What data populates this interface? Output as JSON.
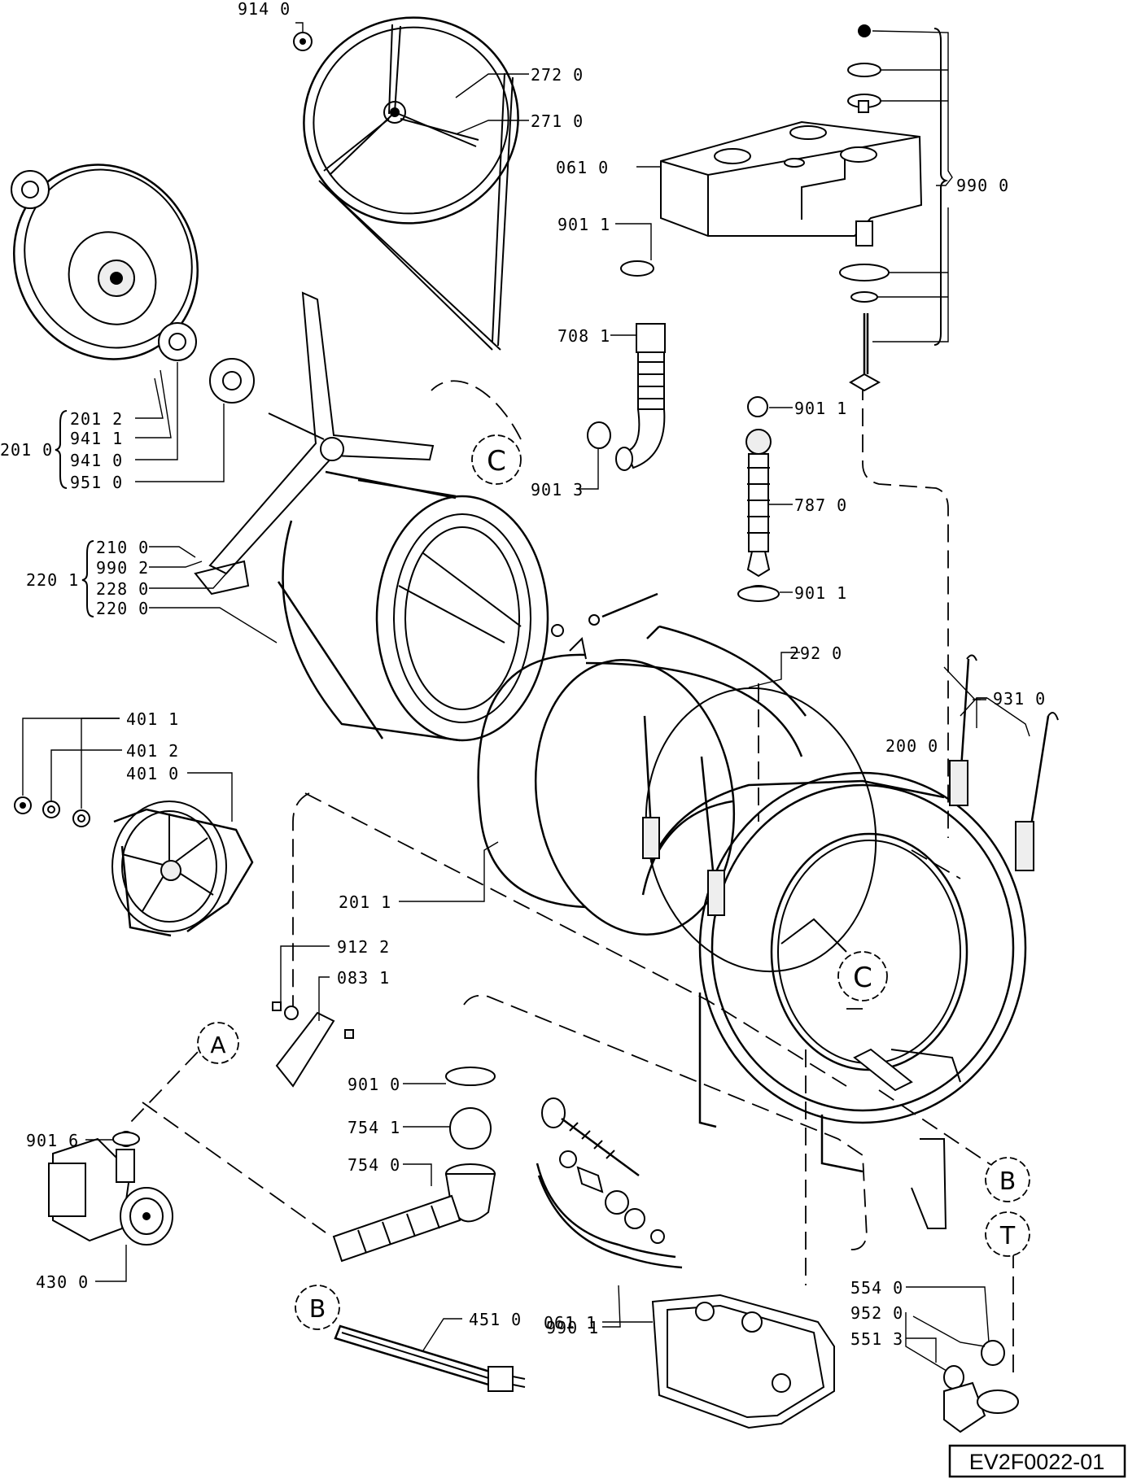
{
  "diagram_code": "EV2F0022-01",
  "callouts": {
    "A": "A",
    "B": "B",
    "C": "C",
    "T": "T"
  },
  "labels": {
    "l914_0": "914 0",
    "l272_0": "272 0",
    "l271_0": "271 0",
    "l061_0": "061 0",
    "l990_0": "990 0",
    "l901_1a": "901 1",
    "l708_1": "708 1",
    "l901_3": "901 3",
    "l901_1b": "901 1",
    "l787_0": "787 0",
    "l901_1c": "901 1",
    "l201_2": "201 2",
    "l941_1": "941 1",
    "l941_0": "941 0",
    "l951_0": "951 0",
    "l201_0": "201 0",
    "l210_0": "210 0",
    "l990_2": "990 2",
    "l228_0": "228 0",
    "l220_0": "220 0",
    "l220_1": "220 1",
    "l292_0": "292 0",
    "l931_0": "931 0",
    "l200_0": "200 0",
    "l401_1": "401 1",
    "l401_2": "401 2",
    "l401_0": "401 0",
    "l201_1": "201 1",
    "l912_2": "912 2",
    "l083_1": "083 1",
    "l901_0": "901 0",
    "l754_1": "754 1",
    "l754_0": "754 0",
    "l901_6": "901 6",
    "l430_0": "430 0",
    "l990_1": "990 1",
    "l451_0": "451 0",
    "l061_1": "061 1",
    "l554_0": "554 0",
    "l952_0": "952 0",
    "l551_3": "551 3"
  }
}
